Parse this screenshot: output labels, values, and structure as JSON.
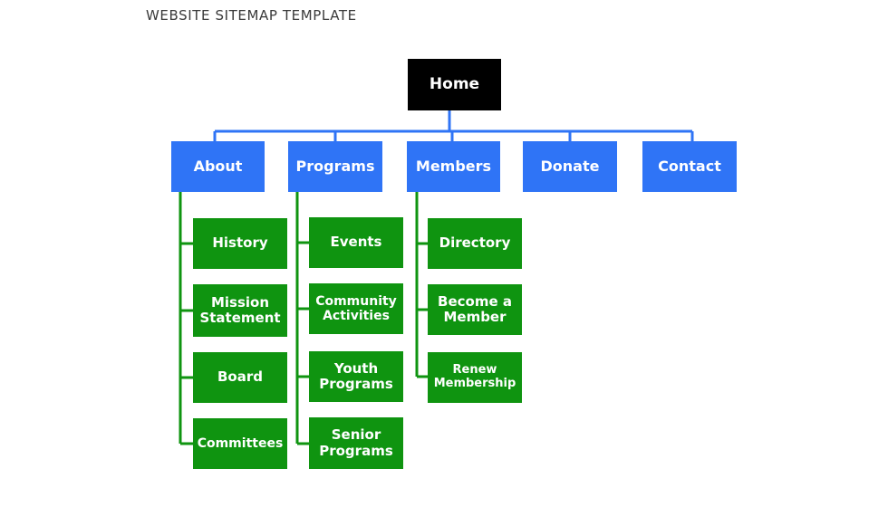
{
  "title": "WEBSITE SITEMAP TEMPLATE",
  "colors": {
    "home": "#000000",
    "level1": "#2f74f6",
    "level2": "#0f9410",
    "connector_level1": "#2f74f6",
    "connector_level2": "#0f9410"
  },
  "home": {
    "label": "Home"
  },
  "sections": [
    {
      "label": "About",
      "children": [
        "History",
        "Mission Statement",
        "Board",
        "Committees"
      ]
    },
    {
      "label": "Programs",
      "children": [
        "Events",
        "Community Activities",
        "Youth Programs",
        "Senior Programs"
      ]
    },
    {
      "label": "Members",
      "children": [
        "Directory",
        "Become a Member",
        "Renew Membership"
      ]
    },
    {
      "label": "Donate",
      "children": []
    },
    {
      "label": "Contact",
      "children": []
    }
  ]
}
